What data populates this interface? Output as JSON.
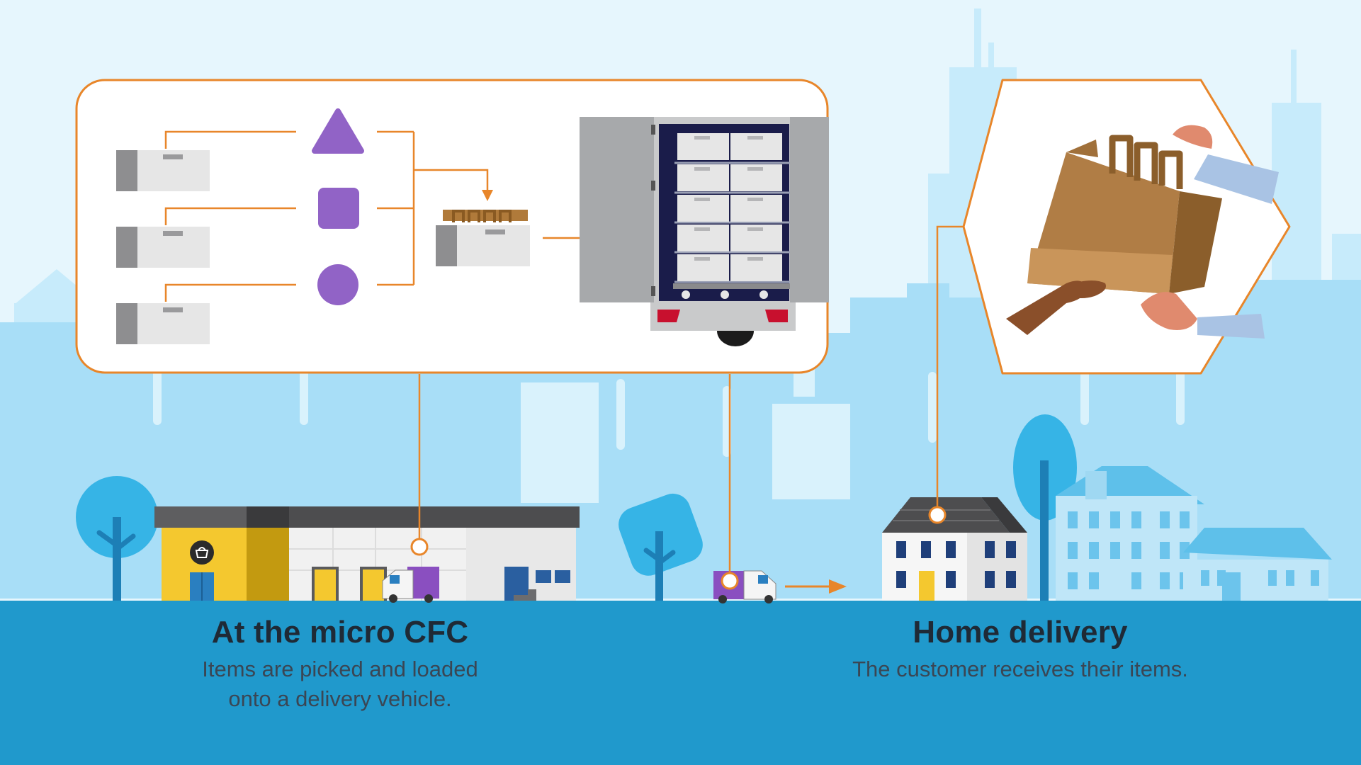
{
  "colors": {
    "sky": "#e6f6fd",
    "city_light": "#c7ebfb",
    "city_mid": "#a8def7",
    "ground": "#2099cc",
    "accent_orange": "#e8862a",
    "shape_purple": "#9163c6",
    "bin_grey": "#e6e6e6",
    "tree_blue": "#36b4e6"
  },
  "icons": [
    "triangle-shape",
    "square-shape",
    "circle-shape",
    "basket-icon",
    "delivery-van-icon",
    "shopping-bag-icon"
  ],
  "sections": [
    {
      "id": "micro-cfc",
      "title": "At the micro CFC",
      "description_lines": [
        "Items are picked and loaded",
        "onto a delivery vehicle."
      ]
    },
    {
      "id": "home-delivery",
      "title": "Home delivery",
      "description_lines": [
        "The customer receives their items."
      ]
    }
  ]
}
